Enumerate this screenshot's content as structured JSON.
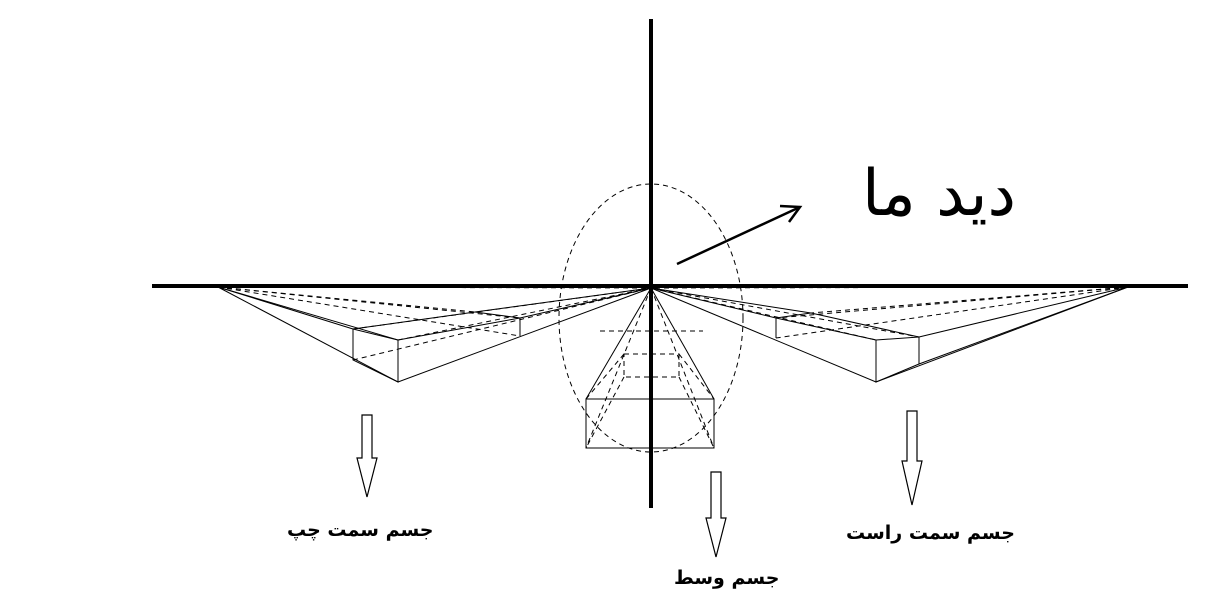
{
  "title": "دید ما",
  "labels": {
    "left_object": "جسم سمت چپ",
    "middle_object": "جسم وسط",
    "right_object": "جسم سمت راست"
  },
  "colors": {
    "stroke": "#000000",
    "background": "#ffffff"
  }
}
